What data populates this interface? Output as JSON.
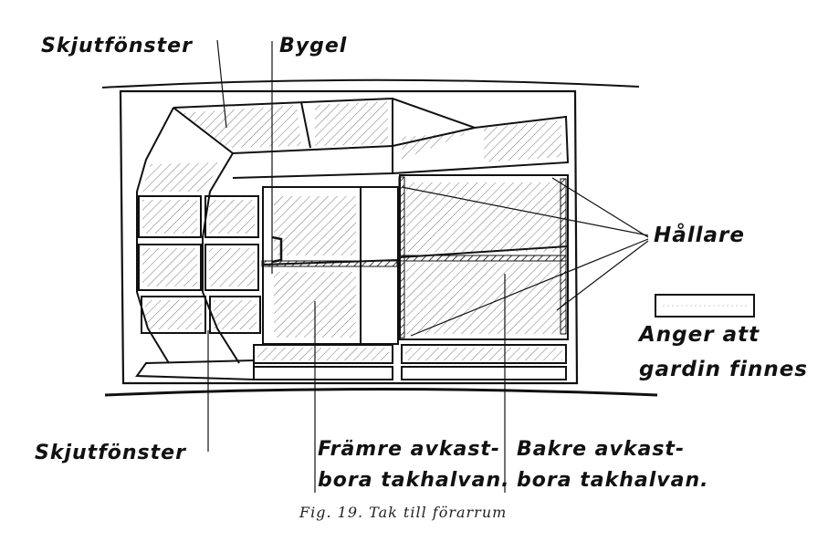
{
  "labels": {
    "skjutfonster_top": "Skjutfönster",
    "bygel": "Bygel",
    "hallare": "Hållare",
    "legend_line1": "Anger att",
    "legend_line2": "gardin finnes",
    "skjutfonster_bottom": "Skjutfönster",
    "fromre_line1": "Främre avkast-",
    "fromre_line2": "bora takhalvan.",
    "bakre_line1": "Bakre avkast-",
    "bakre_line2": "bora takhalvan."
  },
  "caption": "Fig. 19. Tak till förarrum"
}
